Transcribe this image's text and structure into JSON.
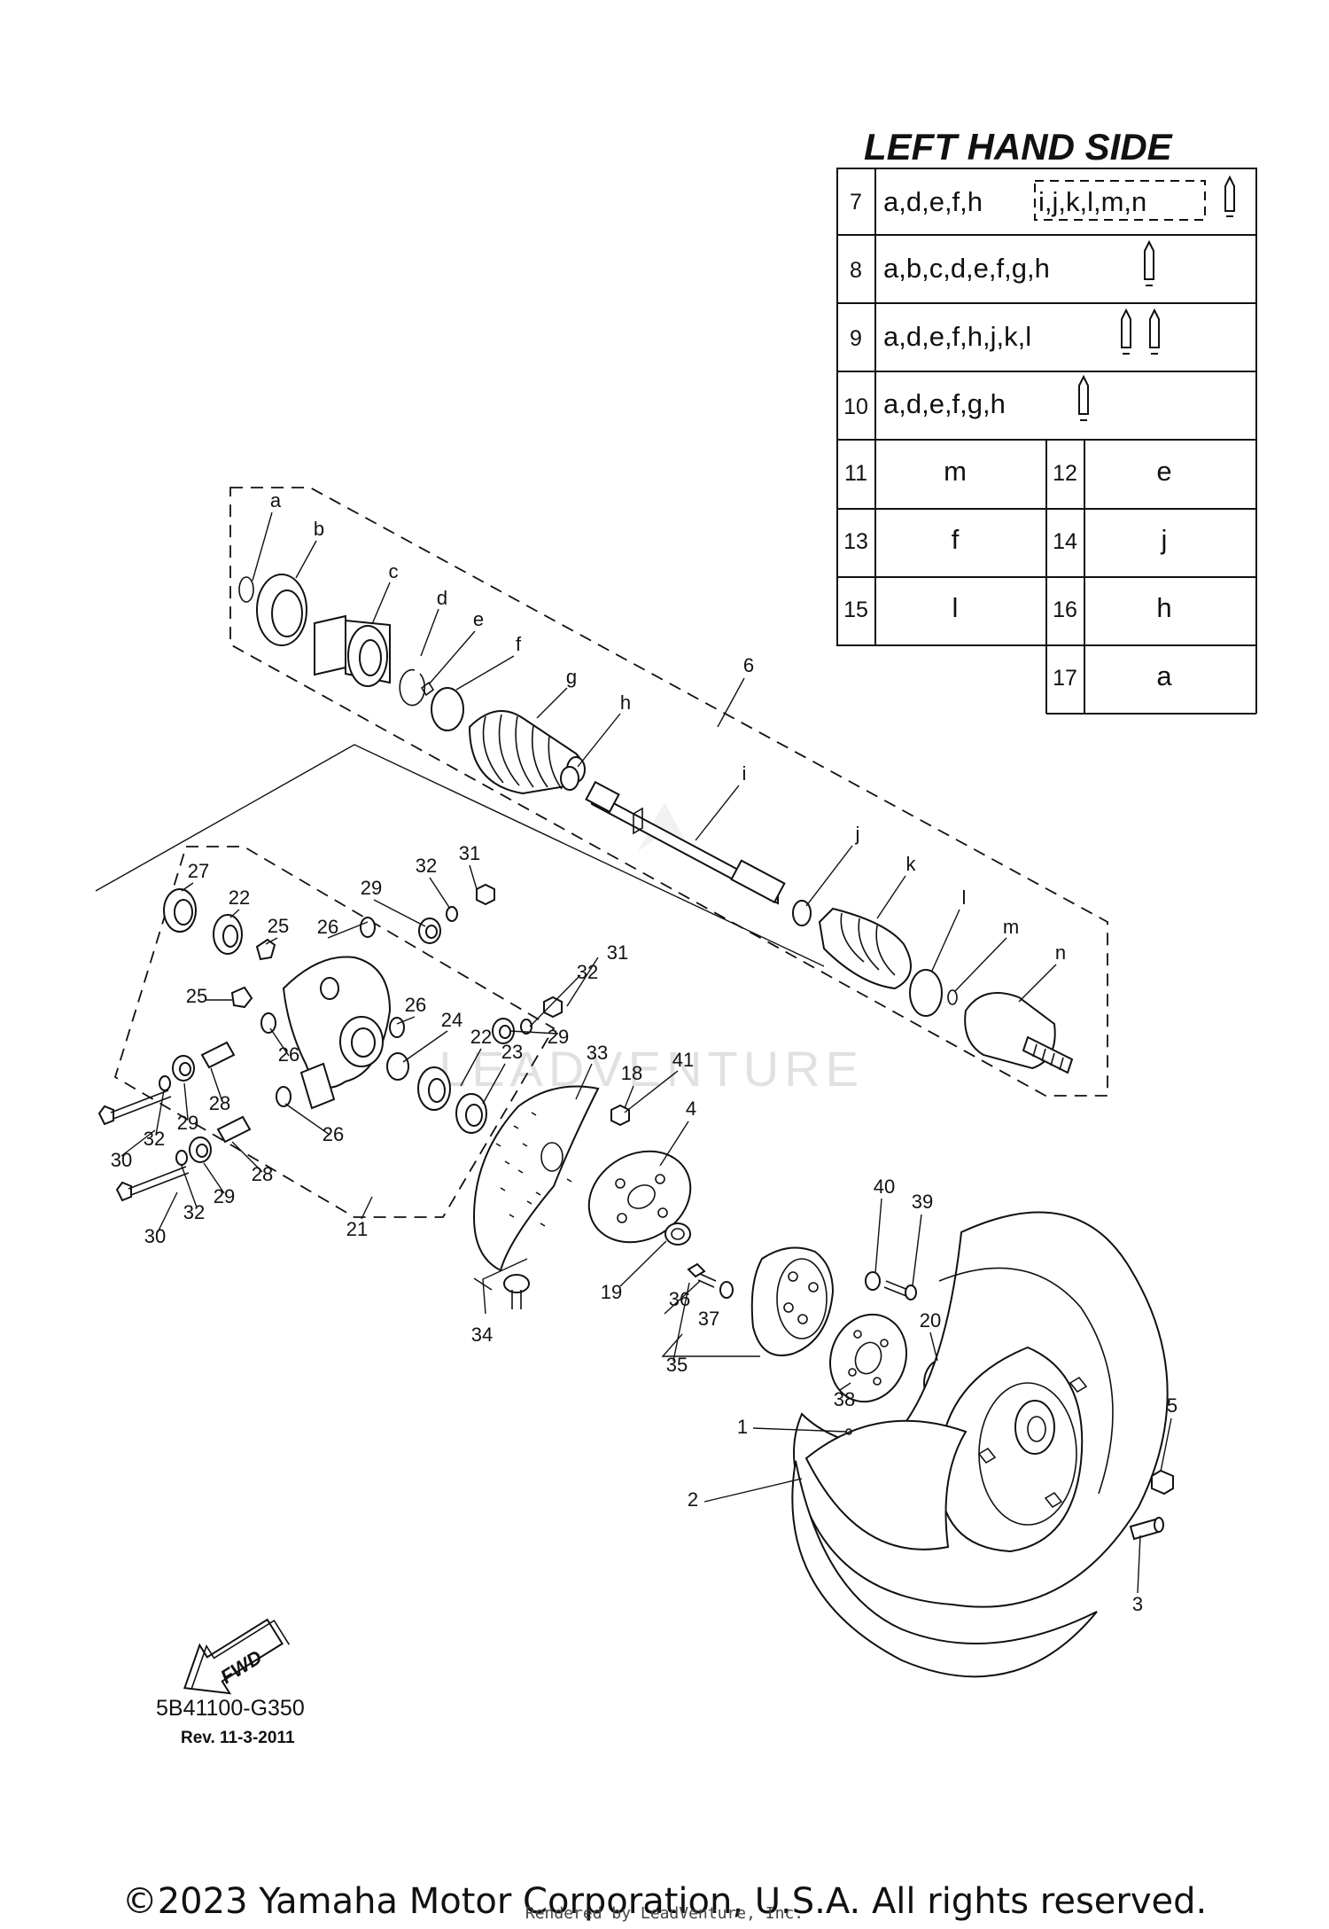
{
  "legend": {
    "title": "LEFT HAND SIDE",
    "rows": [
      {
        "num": "7",
        "text": "a,d,e,f,h",
        "boxed": "i,j,k,l,m,n",
        "tubes": 1
      },
      {
        "num": "8",
        "text": "a,b,c,d,e,f,g,h",
        "tubes": 1
      },
      {
        "num": "9",
        "text": "a,d,e,f,h,j,k,l",
        "tubes": 2
      },
      {
        "num": "10",
        "text": "a,d,e,f,g,h",
        "tubes": 1
      }
    ],
    "pairs": [
      {
        "n1": "11",
        "v1": "m",
        "n2": "12",
        "v2": "e"
      },
      {
        "n1": "13",
        "v1": "f",
        "n2": "14",
        "v2": "j"
      },
      {
        "n1": "15",
        "v1": "l",
        "n2": "16",
        "v2": "h"
      },
      {
        "n2": "17",
        "v2": "a"
      }
    ]
  },
  "shaft_letters": [
    "a",
    "b",
    "c",
    "d",
    "e",
    "f",
    "g",
    "h",
    "i",
    "j",
    "k",
    "l",
    "m",
    "n"
  ],
  "callouts": [
    "1",
    "2",
    "3",
    "4",
    "5",
    "6",
    "18",
    "19",
    "20",
    "21",
    "22",
    "22",
    "23",
    "24",
    "25",
    "25",
    "26",
    "26",
    "26",
    "26",
    "27",
    "28",
    "28",
    "29",
    "29",
    "29",
    "29",
    "30",
    "30",
    "31",
    "31",
    "32",
    "32",
    "32",
    "32",
    "33",
    "34",
    "35",
    "36",
    "37",
    "38",
    "39",
    "40",
    "41"
  ],
  "fwd_label": "FWD",
  "diagram_code": "5B41100-G350",
  "revision": "Rev.  11-3-2011",
  "watermark": "LEADVENTURE",
  "copyright": "©2023 Yamaha Motor Corporation, U.S.A. All rights reserved.",
  "rendered_by": "Rendered by LeadVenture, Inc."
}
